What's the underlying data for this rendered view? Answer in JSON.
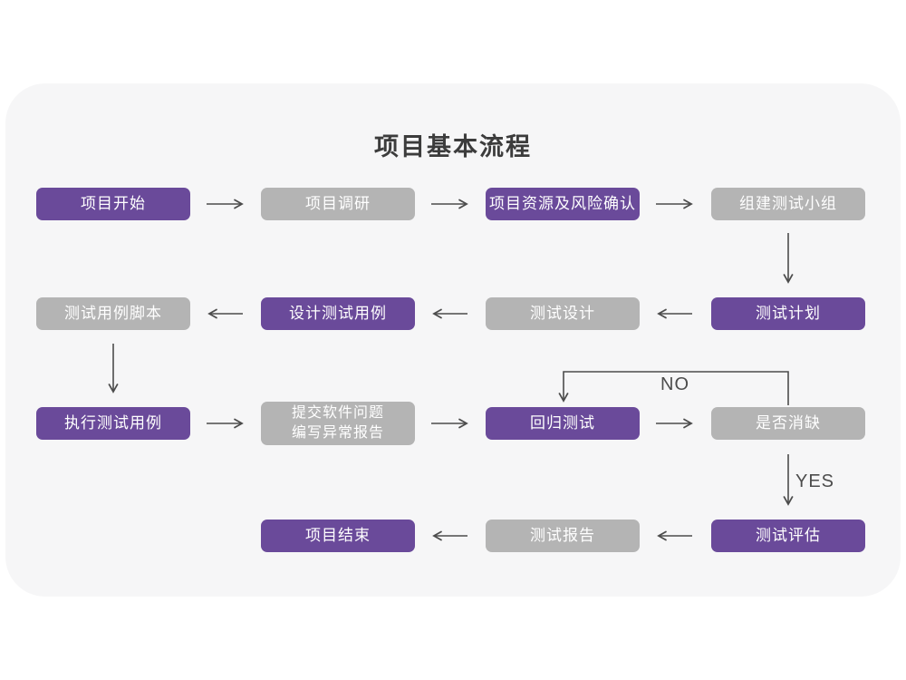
{
  "title": "项目基本流程",
  "flowchart": {
    "nodes": [
      {
        "label": "项目开始",
        "variant": "purple"
      },
      {
        "label": "项目调研",
        "variant": "gray"
      },
      {
        "label": "项目资源及风险确认",
        "variant": "purple"
      },
      {
        "label": "组建测试小组",
        "variant": "gray"
      },
      {
        "label": "测试用例脚本",
        "variant": "gray"
      },
      {
        "label": "设计测试用例",
        "variant": "purple"
      },
      {
        "label": "测试设计",
        "variant": "gray"
      },
      {
        "label": "测试计划",
        "variant": "purple"
      },
      {
        "label": "执行测试用例",
        "variant": "purple"
      },
      {
        "label": "提交软件问题\n编写异常报告",
        "variant": "gray"
      },
      {
        "label": "回归测试",
        "variant": "purple"
      },
      {
        "label": "是否消缺",
        "variant": "gray"
      },
      {
        "label": "项目结束",
        "variant": "purple"
      },
      {
        "label": "测试报告",
        "variant": "gray"
      },
      {
        "label": "测试评估",
        "variant": "purple"
      }
    ],
    "branch_labels": {
      "no": "NO",
      "yes": "YES"
    }
  },
  "colors": {
    "node_purple": "#6a4a9a",
    "node_gray": "#b4b4b4",
    "card_background": "#f6f6f7",
    "page_background": "#ffffff",
    "arrow": "#4c4c4c",
    "title_text": "#3c3c3c",
    "node_text": "#ffffff"
  }
}
